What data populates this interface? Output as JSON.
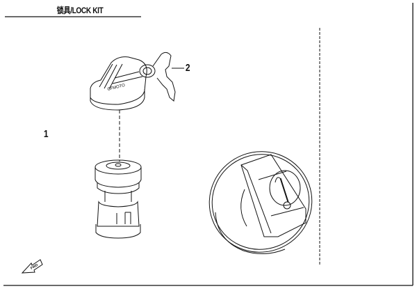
{
  "header": {
    "title": "锁具/LOCK KIT"
  },
  "callouts": [
    {
      "id": "1",
      "label": "1"
    },
    {
      "id": "2",
      "label": "2"
    }
  ],
  "parts": {
    "key_brand": "CFMOTO",
    "direction_arrow": "FWD"
  },
  "colors": {
    "line": "#111111",
    "background": "#ffffff"
  }
}
